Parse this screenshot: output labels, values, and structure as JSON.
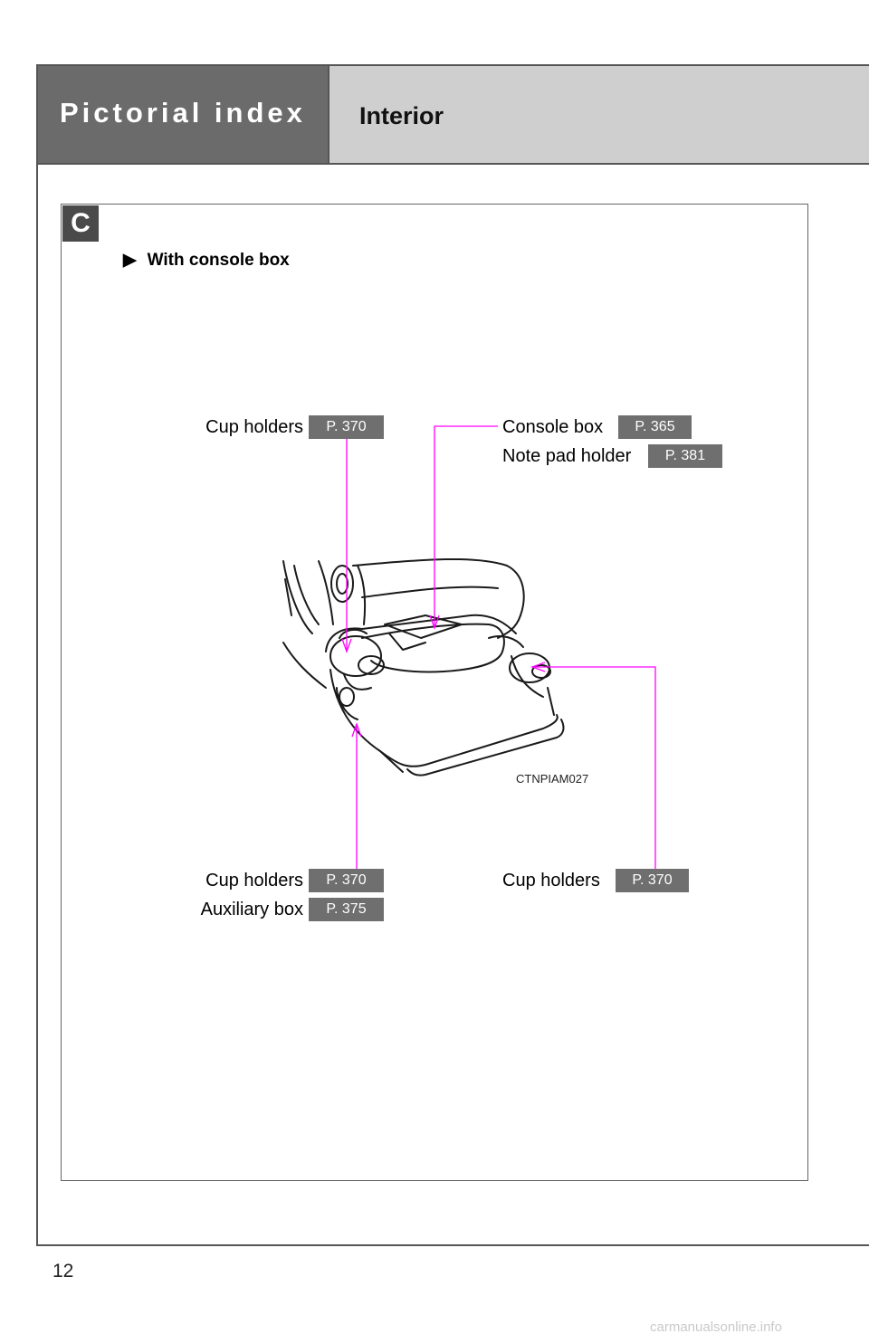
{
  "header": {
    "section_title": "Pictorial index",
    "page_title": "Interior"
  },
  "section": {
    "badge": "C",
    "subheading": "With console box"
  },
  "callouts": {
    "cup_holders_top": {
      "label": "Cup holders",
      "page": "P. 370"
    },
    "console_box": {
      "label": "Console box",
      "page": "P. 365"
    },
    "note_pad_holder": {
      "label": "Note pad holder",
      "page": "P. 381"
    },
    "cup_holders_bottom_left": {
      "label": "Cup holders",
      "page": "P. 370"
    },
    "auxiliary_box": {
      "label": "Auxiliary box",
      "page": "P. 375"
    },
    "cup_holders_bottom_right": {
      "label": "Cup holders",
      "page": "P. 370"
    }
  },
  "figure": {
    "code": "CTNPIAM027",
    "leader_color": "#ff00ff"
  },
  "footer": {
    "page_number": "12",
    "watermark": "carmanualsonline.info"
  }
}
